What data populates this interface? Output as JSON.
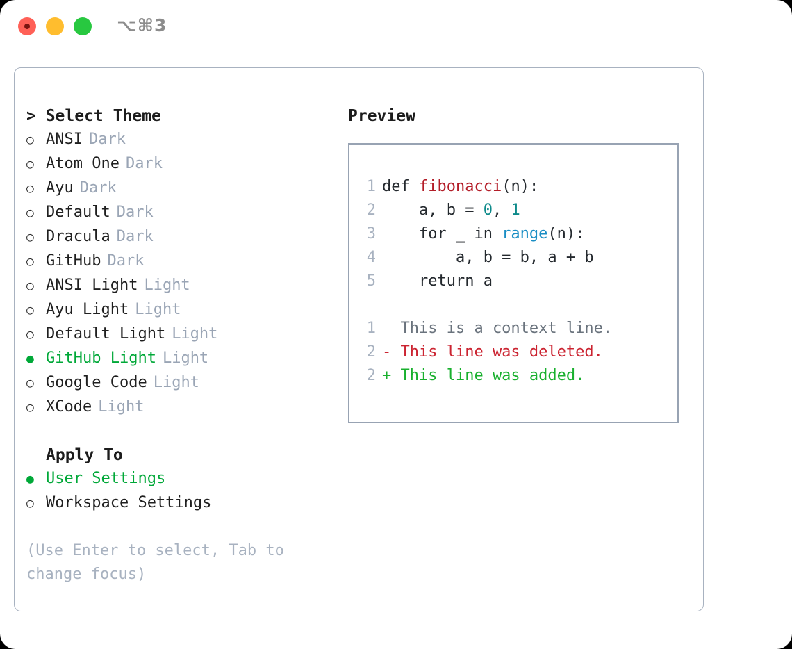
{
  "window": {
    "shortcut": "⌥⌘3",
    "traffic_lights": [
      {
        "name": "close",
        "color": "#ff6057"
      },
      {
        "name": "minimize",
        "color": "#ffbd2e"
      },
      {
        "name": "maximize",
        "color": "#28c840"
      }
    ]
  },
  "left": {
    "header": "> Select Theme",
    "themes": [
      {
        "bullet": "○",
        "label": "ANSI",
        "tag": "Dark",
        "selected": false
      },
      {
        "bullet": "○",
        "label": "Atom One",
        "tag": "Dark",
        "selected": false
      },
      {
        "bullet": "○",
        "label": "Ayu",
        "tag": "Dark",
        "selected": false
      },
      {
        "bullet": "○",
        "label": "Default",
        "tag": "Dark",
        "selected": false
      },
      {
        "bullet": "○",
        "label": "Dracula",
        "tag": "Dark",
        "selected": false
      },
      {
        "bullet": "○",
        "label": "GitHub",
        "tag": "Dark",
        "selected": false
      },
      {
        "bullet": "○",
        "label": "ANSI Light",
        "tag": "Light",
        "selected": false
      },
      {
        "bullet": "○",
        "label": "Ayu Light",
        "tag": "Light",
        "selected": false
      },
      {
        "bullet": "○",
        "label": "Default Light",
        "tag": "Light",
        "selected": false
      },
      {
        "bullet": "●",
        "label": "GitHub Light",
        "tag": "Light",
        "selected": true
      },
      {
        "bullet": "○",
        "label": "Google Code",
        "tag": "Light",
        "selected": false
      },
      {
        "bullet": "○",
        "label": "XCode",
        "tag": "Light",
        "selected": false
      }
    ],
    "apply_to_header": "Apply To",
    "apply_to": [
      {
        "bullet": "●",
        "label": "User Settings",
        "tag": "",
        "selected": true
      },
      {
        "bullet": "○",
        "label": "Workspace Settings",
        "tag": "",
        "selected": false
      }
    ],
    "hint": "(Use Enter to select, Tab to change focus)"
  },
  "right": {
    "title": "Preview",
    "code_lines": [
      {
        "no": "1",
        "tokens": [
          {
            "t": "def ",
            "c": "plain"
          },
          {
            "t": "fibonacci",
            "c": "fn"
          },
          {
            "t": "(n):",
            "c": "plain"
          }
        ]
      },
      {
        "no": "2",
        "tokens": [
          {
            "t": "    a, b = ",
            "c": "plain"
          },
          {
            "t": "0",
            "c": "num"
          },
          {
            "t": ", ",
            "c": "plain"
          },
          {
            "t": "1",
            "c": "num"
          }
        ]
      },
      {
        "no": "3",
        "tokens": [
          {
            "t": "    for _ in ",
            "c": "plain"
          },
          {
            "t": "range",
            "c": "builtin"
          },
          {
            "t": "(n):",
            "c": "plain"
          }
        ]
      },
      {
        "no": "4",
        "tokens": [
          {
            "t": "        a, b = b, a + b",
            "c": "plain"
          }
        ]
      },
      {
        "no": "5",
        "tokens": [
          {
            "t": "    return a",
            "c": "plain"
          }
        ]
      }
    ],
    "diff_lines": [
      {
        "no": "1",
        "marker": " ",
        "text": "  This is a context line.",
        "kind": "ctx"
      },
      {
        "no": "2",
        "marker": "-",
        "text": "- This line was deleted.",
        "kind": "del"
      },
      {
        "no": "2",
        "marker": "+",
        "text": "+ This line was added.",
        "kind": "add"
      }
    ]
  },
  "colors": {
    "accent_green": "#00a838",
    "muted": "#9aa5b5",
    "border": "#98a3b3",
    "diff_add": "#19b02e",
    "diff_del": "#cb2431",
    "syntax_fn": "#b31d28",
    "syntax_num": "#0d8a8a",
    "syntax_builtin": "#1a8ec4"
  }
}
